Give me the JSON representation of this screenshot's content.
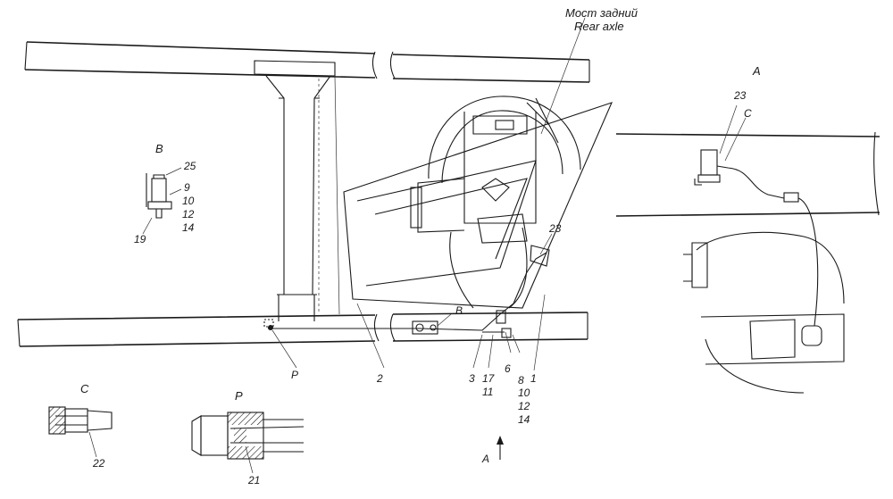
{
  "labels": {
    "axle_ru": "Мост задний",
    "axle_en": "Rear axle",
    "view_A_title": "A",
    "view_B_title": "B",
    "view_C_title": "C",
    "view_P_title": "P",
    "A_23": "23",
    "A_C": "C",
    "B_25": "25",
    "B_9": "9",
    "B_10": "10",
    "B_12": "12",
    "B_14": "14",
    "B_19": "19",
    "C_22": "22",
    "P_21": "21",
    "main_P": "P",
    "main_2": "2",
    "main_3": "3",
    "main_17": "17",
    "main_11": "11",
    "main_6": "6",
    "main_8": "8",
    "main_10": "10",
    "main_12": "12",
    "main_14": "14",
    "main_1": "1",
    "main_23": "23",
    "main_B": "B",
    "arrow_A": "A"
  }
}
